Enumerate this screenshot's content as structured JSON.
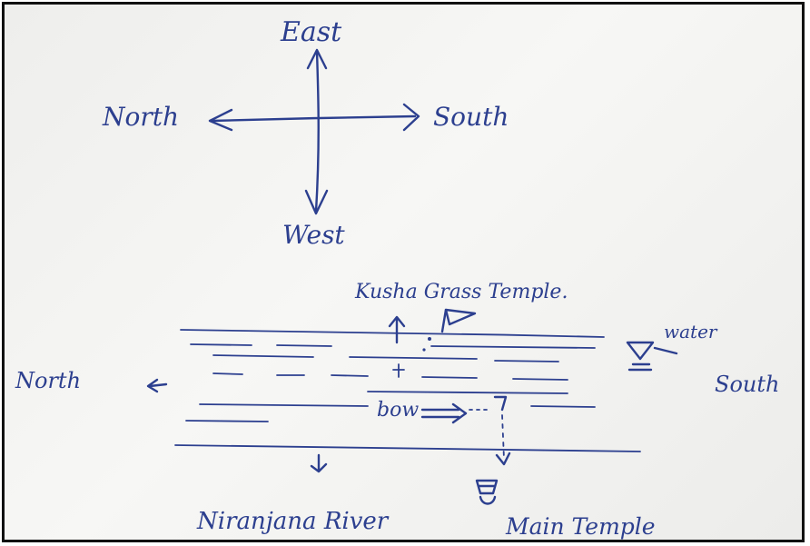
{
  "compass": {
    "top": "East",
    "left": "North",
    "right": "South",
    "bottom": "West"
  },
  "map": {
    "temple_top": "Kusha Grass Temple.",
    "left": "North",
    "right": "South",
    "water": "water",
    "center": "bow",
    "river": "Niranjana River",
    "temple_bottom": "Main Temple"
  },
  "colors": {
    "ink": "#2c3f8f",
    "paper": "#f3f3f1",
    "border": "#111111"
  }
}
